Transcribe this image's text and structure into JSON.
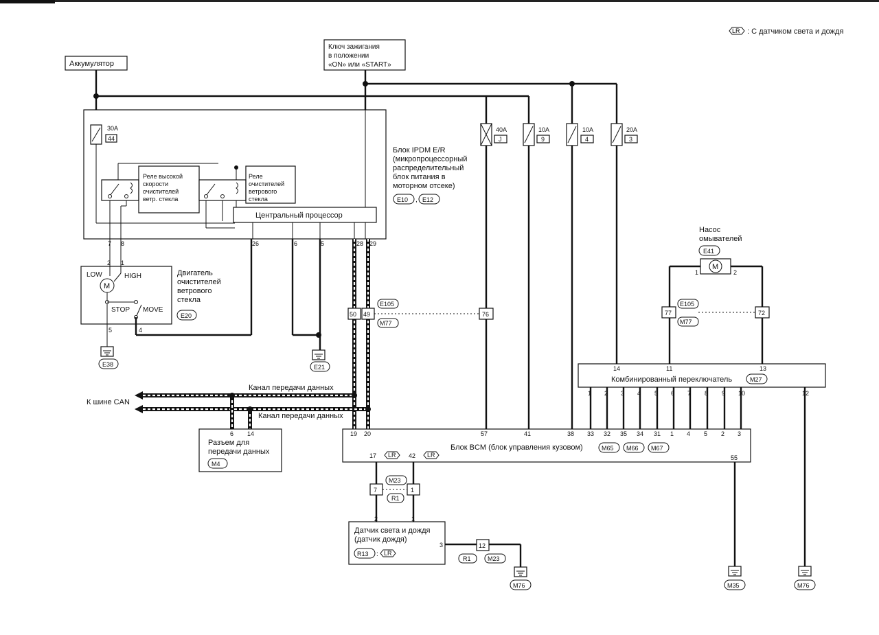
{
  "legend": {
    "badge": "LR",
    "text": ": С датчиком света и дождя"
  },
  "battery": {
    "label": "Аккумулятор"
  },
  "ignition": {
    "line1": "Ключ зажигания",
    "line2": "в положении",
    "line3": "«ON» или «START»"
  },
  "ipdm": {
    "line1": "Блок IPDM E/R",
    "line2": "(микропроцессорный",
    "line3": "распределительный",
    "line4": "блок питания в",
    "line5": "моторном отсеке)",
    "conn1": "E10",
    "conn2": "E12",
    "cpu": "Центральный процессор",
    "fuse_main": {
      "rating": "30A",
      "num": "44"
    }
  },
  "relay_high": {
    "line1": "Реле высокой",
    "line2": "скорости",
    "line3": "очистителей",
    "line4": "ветр. стекла"
  },
  "relay_wiper": {
    "line1": "Реле",
    "line2": "очистителей",
    "line3": "ветрового",
    "line4": "стекла"
  },
  "fuses": [
    {
      "rating": "40A",
      "num": "J"
    },
    {
      "rating": "10A",
      "num": "9"
    },
    {
      "rating": "10A",
      "num": "4"
    },
    {
      "rating": "20A",
      "num": "3"
    }
  ],
  "motor": {
    "line1": "Двигатель",
    "line2": "очистителей",
    "line3": "ветрового",
    "line4": "стекла",
    "conn": "E20",
    "low": "LOW",
    "high": "HIGH",
    "stop": "STOP",
    "move": "MOVE",
    "m": "M"
  },
  "washer": {
    "line1": "Насос",
    "line2": "омывателей",
    "conn": "E41",
    "m": "M"
  },
  "pins": {
    "ipdm_7": "7",
    "ipdm_8": "8",
    "ipdm_26": "26",
    "ipdm_6": "6",
    "ipdm_5": "5",
    "ipdm_28": "28",
    "ipdm_29": "29",
    "motor_2": "2",
    "motor_1": "1",
    "motor_5": "5",
    "motor_4": "4",
    "j50": "50",
    "j49": "49",
    "j76": "76",
    "j77": "77",
    "j72": "72",
    "washer_1": "1",
    "washer_2": "2",
    "combo_14": "14",
    "combo_11": "11",
    "combo_13": "13",
    "dlc_6": "6",
    "dlc_14": "14",
    "bcm_19": "19",
    "bcm_20": "20",
    "bcm_17": "17",
    "bcm_42": "42",
    "bcm_55": "55",
    "m23_7": "7",
    "m23_1": "1",
    "sensor_2": "2",
    "sensor_1": "1",
    "sensor_3": "3",
    "r1_12": "12"
  },
  "conn_labels": {
    "e105": "E105",
    "m77": "M77",
    "m23": "M23",
    "r1": "R1"
  },
  "grounds": {
    "e38": "E38",
    "e21": "E21",
    "m76a": "M76",
    "m35": "M35",
    "m76b": "M76"
  },
  "can": {
    "bus_label": "К шине CAN",
    "line1": "Канал передачи данных",
    "line2": "Канал передачи данных"
  },
  "dlc": {
    "line1": "Разъем для",
    "line2": "передачи данных",
    "conn": "M4"
  },
  "combo": {
    "title": "Комбинированный переключатель",
    "conn": "M27",
    "bottom_pins": [
      "1",
      "2",
      "3",
      "4",
      "5",
      "6",
      "7",
      "8",
      "9",
      "10"
    ],
    "pin12": "12"
  },
  "bcm": {
    "title": "Блок BCM (блок управления кузовом)",
    "conns": [
      "M65",
      "M66",
      "M67"
    ],
    "top_pins": {
      "p57": "57",
      "p41": "41",
      "p38": "38"
    },
    "combo_pins": [
      "33",
      "32",
      "35",
      "34",
      "31",
      "1",
      "4",
      "5",
      "2",
      "3"
    ],
    "badge": "LR"
  },
  "sensor": {
    "line1": "Датчик света и дождя",
    "line2": "(датчик дождя)",
    "conn": "R13",
    "badge": "LR"
  }
}
